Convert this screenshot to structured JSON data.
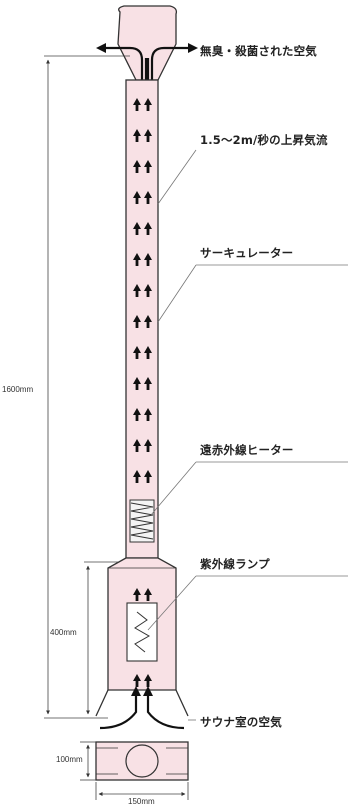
{
  "labels": {
    "air_out": "無臭・殺菌された空気",
    "airflow": "1.5〜2m/秒の上昇気流",
    "circulator": "サーキュレーター",
    "heater": "遠赤外線ヒーター",
    "uv_lamp": "紫外線ランプ",
    "air_in": "サウナ室の空気"
  },
  "dimensions": {
    "total_height": "1600mm",
    "base_height": "400mm",
    "duct_height": "100mm",
    "duct_width": "150mm"
  },
  "colors": {
    "fill": "#f8e1e5",
    "outline": "#333333",
    "arrow": "#111111",
    "leader": "#666666"
  }
}
